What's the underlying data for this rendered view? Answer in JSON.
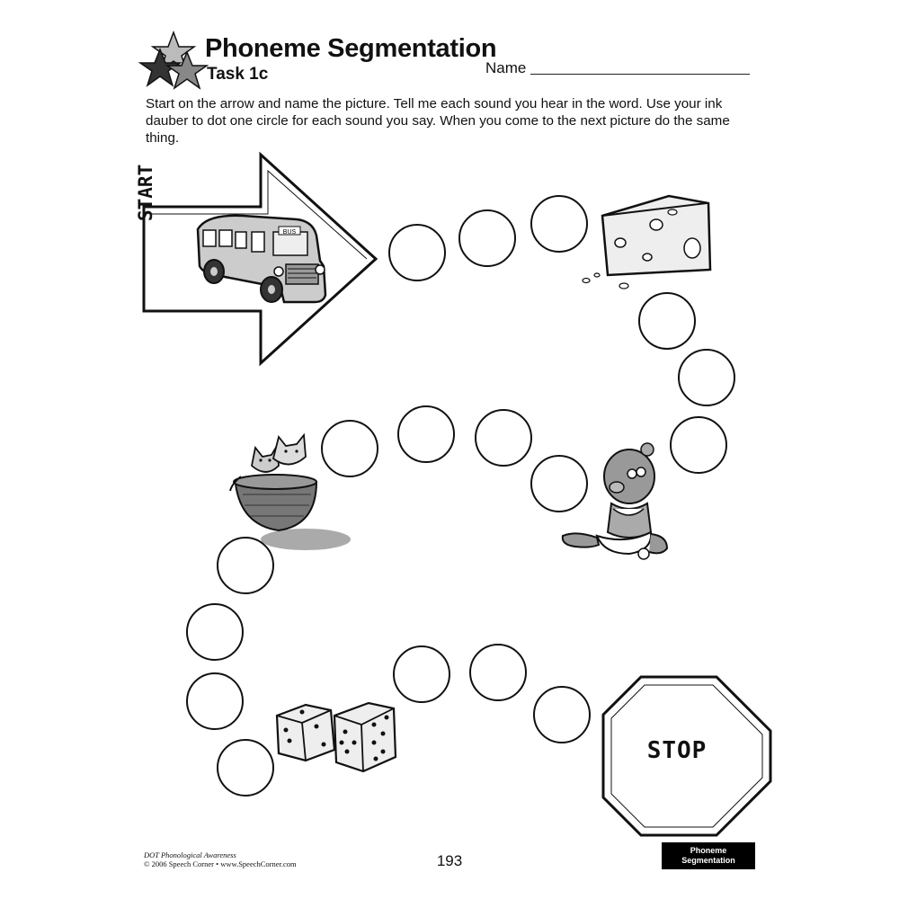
{
  "header": {
    "title": "Phoneme Segmentation",
    "subtitle": "Task 1c",
    "name_label": "Name"
  },
  "instructions": "Start on the arrow and name the picture.  Tell me each sound you hear in the word.  Use your ink dauber to dot one circle for each sound you say.  When you come to the next picture do the same thing.",
  "start_label": "START",
  "bus_sign": "BUS",
  "stop_label": "STOP",
  "pictures": [
    "bus-icon",
    "cheese-icon",
    "baby-icon",
    "cats-in-basket-icon",
    "dice-icon"
  ],
  "footer": {
    "book_title": "DOT Phonological Awareness",
    "copyright": "© 2006 Speech Corner • www.SpeechCorner.com",
    "page_number": "193",
    "badge_line1": "Phoneme",
    "badge_line2": "Segmentation"
  }
}
